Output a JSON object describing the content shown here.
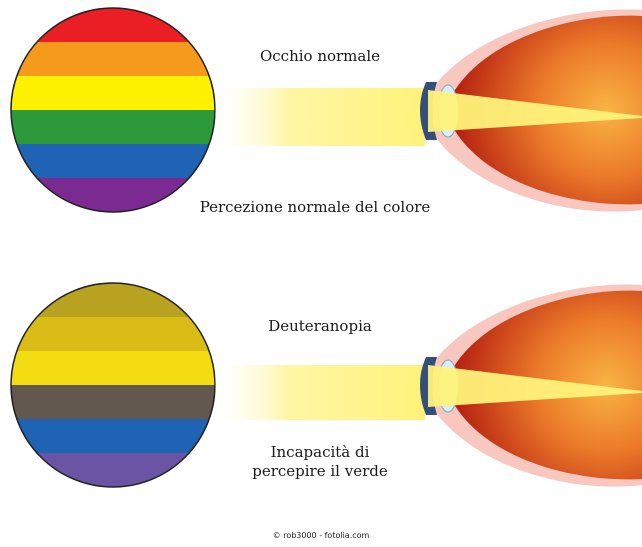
{
  "panels": [
    {
      "id": "normal",
      "title": "Occhio normale",
      "caption": "Percezione normale del colore",
      "stripe_colors": [
        "#ea1e25",
        "#f59a1d",
        "#fff200",
        "#2c9a3a",
        "#1f63b5",
        "#7a2a90"
      ]
    },
    {
      "id": "deuteranopia",
      "title": "Deuteranopia",
      "caption_line1": "Incapacità di",
      "caption_line2": "percepire il verde",
      "stripe_colors": [
        "#b9a21f",
        "#d9bc16",
        "#f4dc12",
        "#625850",
        "#1f63b5",
        "#6a55a5"
      ]
    }
  ],
  "colors": {
    "beam": "#fff27a",
    "eye_outer": "#c72a12",
    "eye_inner": "#f4a03c",
    "sclera": "#f7c7c0",
    "iris": "#34507a",
    "lens": "#d8eefa"
  },
  "credit": "© rob3000 - fotolia.com"
}
